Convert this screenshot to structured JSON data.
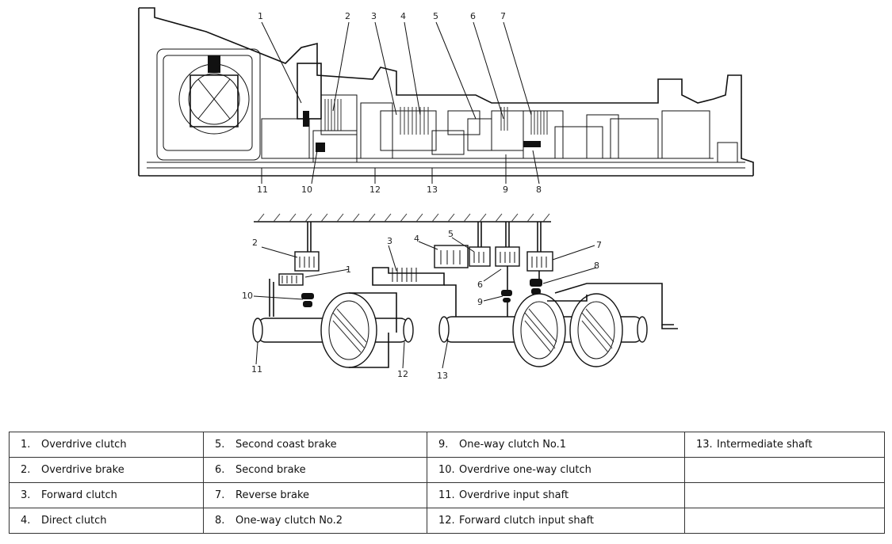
{
  "callouts_top": [
    "1",
    "2",
    "3",
    "4",
    "5",
    "6",
    "7",
    "9",
    "8",
    "11",
    "10",
    "12",
    "13"
  ],
  "callouts_schematic": [
    "2",
    "1",
    "3",
    "4",
    "5",
    "7",
    "8",
    "6",
    "9",
    "10",
    "11",
    "12",
    "13"
  ],
  "legend": {
    "rows": [
      [
        {
          "num": "1.",
          "label": "Overdrive clutch"
        },
        {
          "num": "5.",
          "label": "Second coast brake"
        },
        {
          "num": "9.",
          "label": "One-way clutch No.1"
        },
        {
          "num": "13.",
          "label": "Intermediate shaft"
        }
      ],
      [
        {
          "num": "2.",
          "label": "Overdrive brake"
        },
        {
          "num": "6.",
          "label": "Second brake"
        },
        {
          "num": "10.",
          "label": "Overdrive one-way clutch"
        },
        {
          "num": "",
          "label": ""
        }
      ],
      [
        {
          "num": "3.",
          "label": "Forward clutch"
        },
        {
          "num": "7.",
          "label": "Reverse brake"
        },
        {
          "num": "11.",
          "label": "Overdrive input shaft"
        },
        {
          "num": "",
          "label": ""
        }
      ],
      [
        {
          "num": "4.",
          "label": "Direct clutch"
        },
        {
          "num": "8.",
          "label": "One-way clutch No.2"
        },
        {
          "num": "12.",
          "label": "Forward clutch input shaft"
        },
        {
          "num": "",
          "label": ""
        }
      ]
    ]
  }
}
